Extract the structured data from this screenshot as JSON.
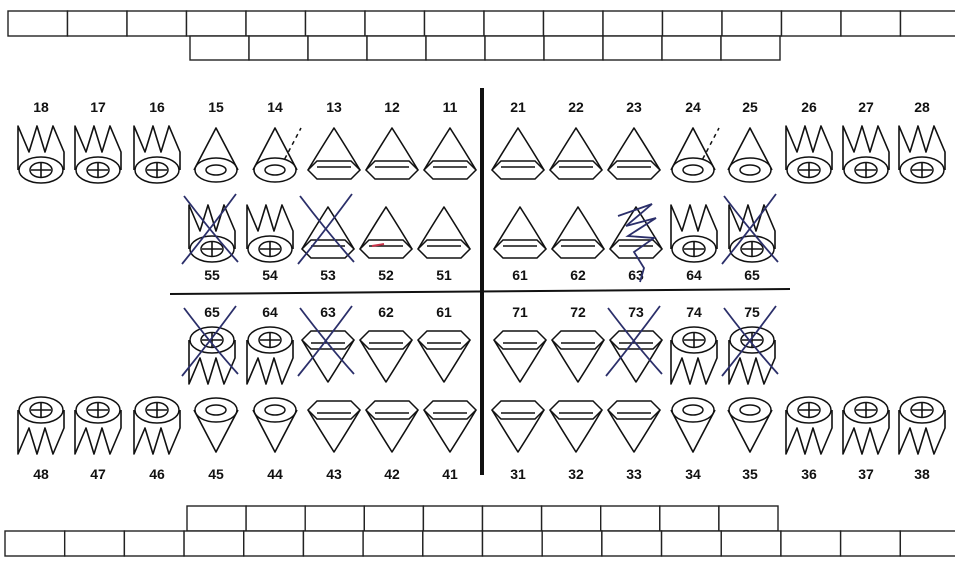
{
  "chart_title": "",
  "colors": {
    "ink": "#111111",
    "pen": "#2b2f6a",
    "red": "#c8344a"
  },
  "rows": {
    "upper_permanent": [
      "18",
      "17",
      "16",
      "15",
      "14",
      "13",
      "12",
      "11",
      "21",
      "22",
      "23",
      "24",
      "25",
      "26",
      "27",
      "28"
    ],
    "upper_primary": [
      "55",
      "54",
      "53",
      "52",
      "51",
      "61",
      "62",
      "63",
      "64",
      "65"
    ],
    "lower_primary": [
      "65",
      "64",
      "63",
      "62",
      "61",
      "71",
      "72",
      "73",
      "74",
      "75"
    ],
    "lower_permanent": [
      "48",
      "47",
      "46",
      "45",
      "44",
      "43",
      "42",
      "41",
      "31",
      "32",
      "33",
      "34",
      "35",
      "36",
      "37",
      "38"
    ]
  },
  "annotations": {
    "crossed_out": [
      "55",
      "53",
      "63 (upper)",
      "65 (upper)",
      "65 (lower)",
      "63 (lower)",
      "73",
      "75"
    ],
    "dashed_outline": [
      "14",
      "24"
    ]
  }
}
